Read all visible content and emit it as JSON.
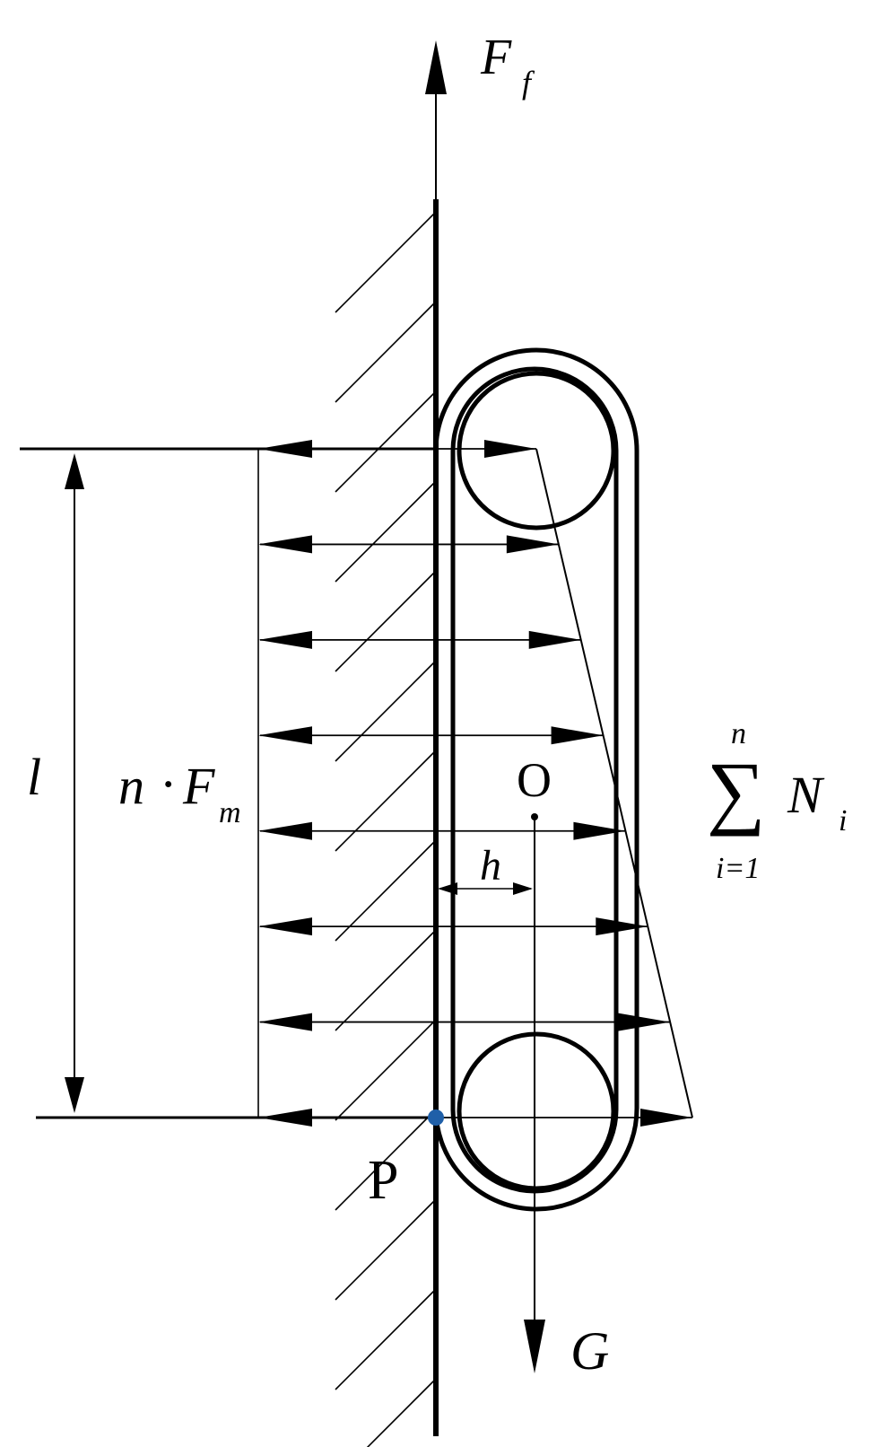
{
  "labels": {
    "friction": {
      "main": "F",
      "sub": "f"
    },
    "length": "l",
    "magnetic": {
      "n": "n",
      "dot": "·",
      "main": "F",
      "sub": "m"
    },
    "center": "O",
    "offset": "h",
    "pivot": "P",
    "gravity": "G",
    "normal_sum": {
      "sigma": "∑",
      "upper": "n",
      "lower": "i=1",
      "main": "N",
      "sub": "i"
    }
  },
  "colors": {
    "line": "#000000",
    "pivot": "#1f5fa8",
    "background": "#ffffff"
  },
  "arrow_rows": 8
}
